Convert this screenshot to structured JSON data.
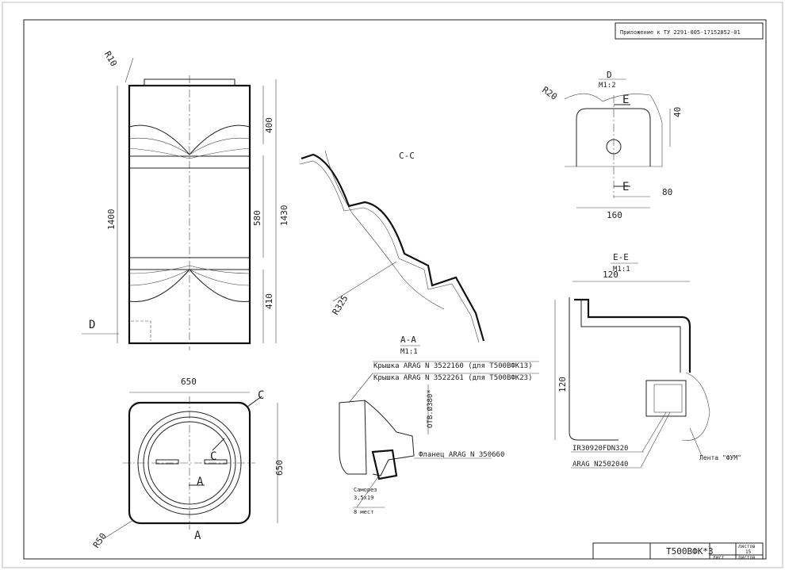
{
  "title_block": {
    "appendix": "Приложение к ТУ 2291-005-17152852-01",
    "designation": "T500ВФК*3",
    "sheets_label": "листов",
    "sheets_value": "15",
    "sheet_label": "лист",
    "sheets_label2": "листов"
  },
  "main_view": {
    "radius": "R10",
    "dim_400": "400",
    "dim_580": "580",
    "dim_410": "410",
    "dim_1400": "1400",
    "dim_1430": "1430",
    "view_d": "D"
  },
  "section_cc": {
    "title": "C-C",
    "radius": "R325"
  },
  "top_view": {
    "dim_w": "650",
    "dim_h": "650",
    "cut_c": "C",
    "cut_c2": "C",
    "cut_a": "A",
    "cut_a2": "A",
    "radius": "R50"
  },
  "section_aa": {
    "title": "A-A",
    "scale": "M1:1",
    "lid1": "Крышка ARAG N 3522160 (для T500ВФК13)",
    "lid2": "Крышка ARAG N 3522261 (для T500ВФК23)",
    "hole": "ОТВ.Ø380*",
    "flange": "Фланец ARAG N 350660",
    "screw": "Саморез",
    "screw_size": "3,5х19",
    "screw_count": "8 мест"
  },
  "view_d": {
    "title": "D",
    "scale": "M1:2",
    "radius": "R20",
    "cut_e": "E",
    "cut_e2": "E",
    "dim_40": "40",
    "dim_80": "80",
    "dim_160": "160"
  },
  "section_ee": {
    "title": "E-E",
    "scale": "M1:1",
    "dim_w": "120",
    "dim_h": "120",
    "part1": "IR30920FDN320",
    "part2": "ARAG N2502040",
    "tape": "Лента \"ФУМ\""
  }
}
